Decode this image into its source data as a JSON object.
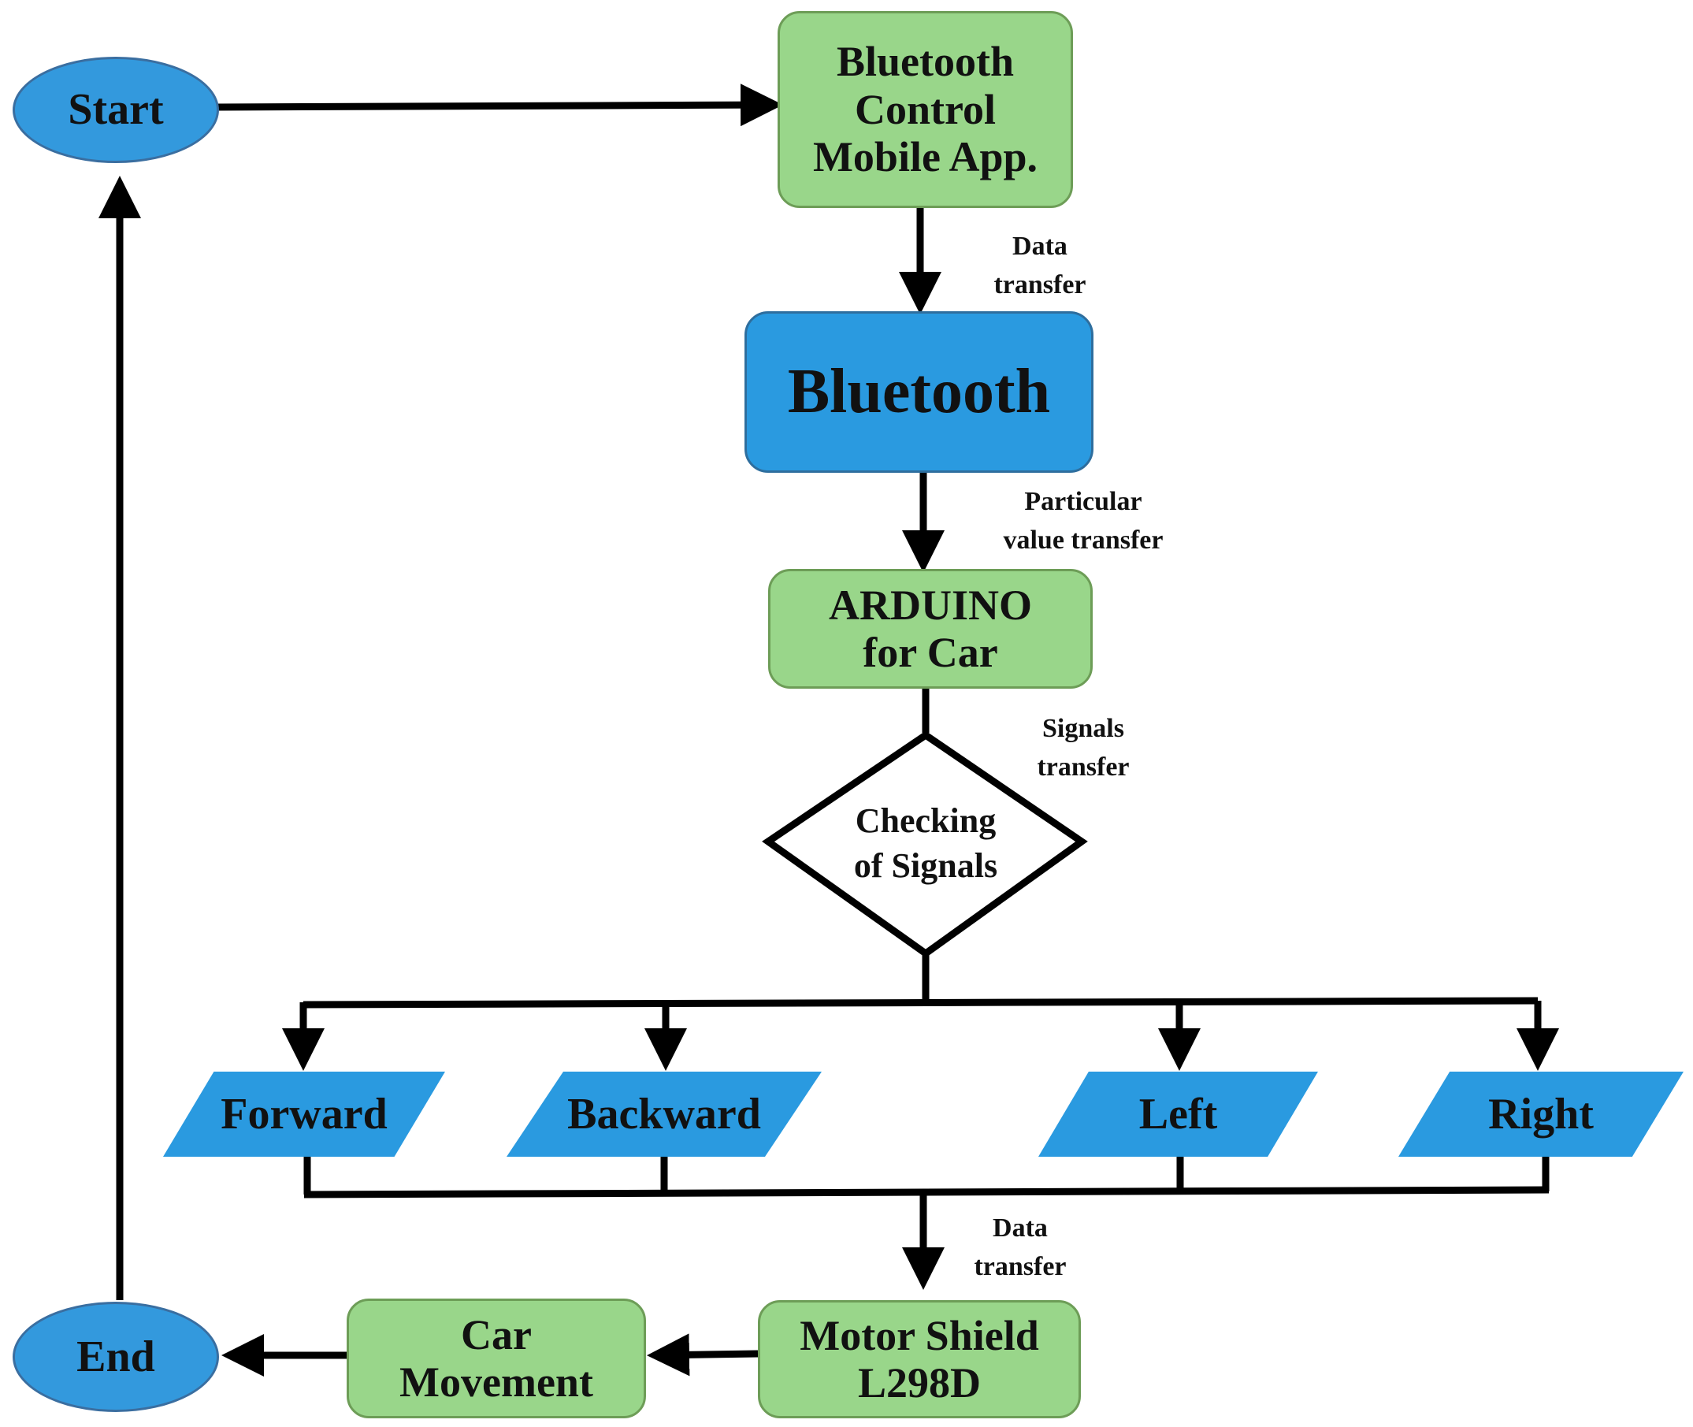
{
  "colors": {
    "terminal_fill": "#3399dd",
    "process_fill": "#99d68a",
    "bluetooth_fill": "#2a9ae0",
    "parallelogram_fill": "#2a9ae0",
    "line": "#000000",
    "decision_fill": "#ffffff"
  },
  "nodes": {
    "start": "Start",
    "end": "End",
    "mobile_app": "Bluetooth\nControl\nMobile App.",
    "bluetooth": "Bluetooth",
    "arduino": "ARDUINO\nfor Car",
    "decision": "Checking\nof Signals",
    "forward": "Forward",
    "backward": "Backward",
    "left": "Left",
    "right": "Right",
    "motor_shield": "Motor Shield\nL298D",
    "car_movement": "Car\nMovement"
  },
  "edge_labels": {
    "app_to_bluetooth": "Data\ntransfer",
    "bluetooth_to_arduino": "Particular\nvalue transfer",
    "arduino_to_decision": "Signals\ntransfer",
    "merge_to_motor": "Data\ntransfer"
  },
  "icons": {
    "decision": "diamond-shape",
    "arrows": "arrowhead-icon"
  }
}
